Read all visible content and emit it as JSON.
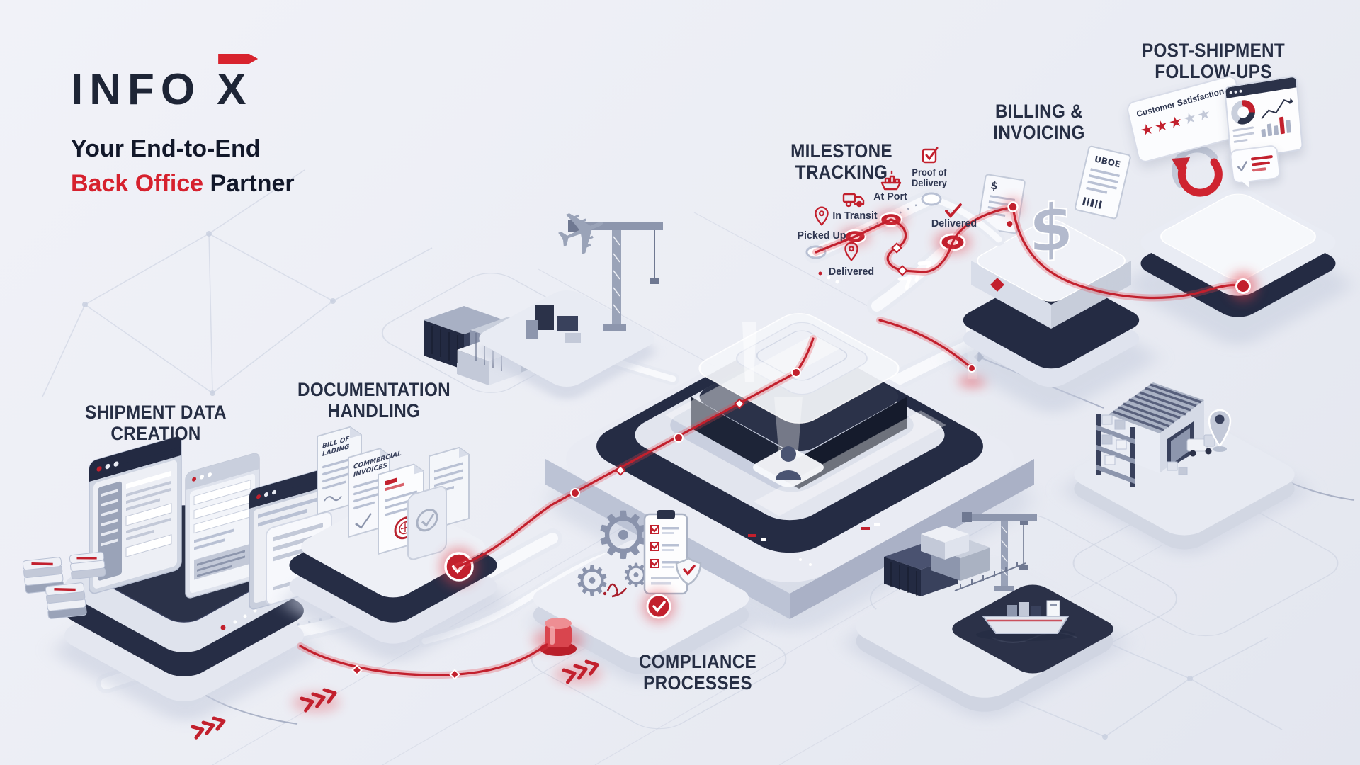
{
  "brand": {
    "logo_primary": "INFO",
    "logo_mark": "X",
    "tagline_line1": "Your End-to-End",
    "tagline_accent": "Back Office",
    "tagline_suffix": "Partner"
  },
  "palette": {
    "navy": "#242b43",
    "red": "#c2202d",
    "background": "#edeff5"
  },
  "stages": {
    "shipment_data": {
      "line1": "SHIPMENT DATA",
      "line2": "CREATION"
    },
    "documentation": {
      "line1": "DOCUMENTATION",
      "line2": "HANDLING"
    },
    "compliance": {
      "line1": "COMPLIANCE",
      "line2": "PROCESSES"
    },
    "milestone": {
      "line1": "MILESTONE",
      "line2": "TRACKING"
    },
    "billing": {
      "line1": "BILLING &",
      "line2": "INVOICING"
    },
    "post_shipment": {
      "line1": "POST-SHIPMENT",
      "line2": "FOLLOW-UPS"
    }
  },
  "milestones": {
    "picked_up": "Picked Up",
    "in_transit": "In Transit",
    "at_port": "At Port",
    "proof_line1": "Proof of",
    "proof_line2": "Delivery",
    "delivered_route": "Delivered",
    "delivered_final": "Delivered"
  },
  "documents": {
    "doc1_line1": "BILL OF",
    "doc1_line2": "LADING",
    "doc2_line1": "COMMERCIAL",
    "doc2_line2": "INVOICES"
  },
  "billing_detail": {
    "invoice_title": "UBOE",
    "currency_glyph": "$"
  },
  "post_shipment_detail": {
    "satisfaction_label": "Customer Satisfaction",
    "stars_filled_glyphs": "★★★",
    "stars_empty_glyphs": "★★"
  }
}
